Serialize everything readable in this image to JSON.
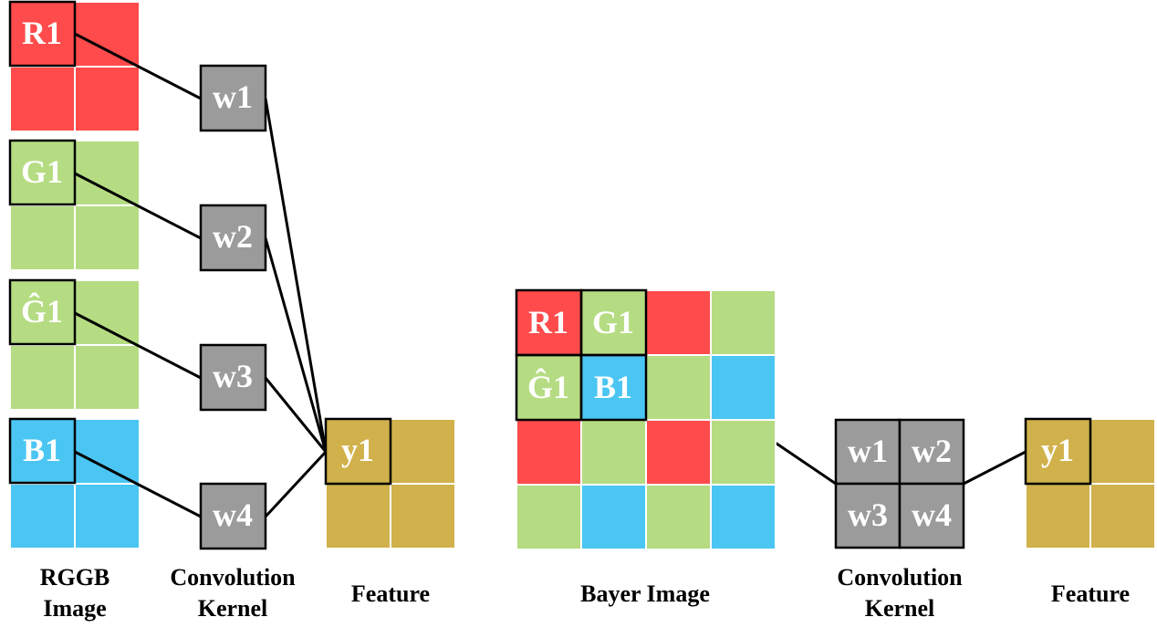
{
  "colors": {
    "red": "#ff4b4b",
    "green": "#b5dc82",
    "blue": "#4bc6f3",
    "gray": "#9b9b9b",
    "gold": "#d0b14b",
    "line": "#000000"
  },
  "left": {
    "rggb_cells": [
      "R1",
      "G1",
      "Ĝ1",
      "B1"
    ],
    "kernel": [
      "w1",
      "w2",
      "w3",
      "w4"
    ],
    "feature": "y1",
    "caption_rggb": [
      "RGGB",
      "Image"
    ],
    "caption_kernel": [
      "Convolution",
      "Kernel"
    ],
    "caption_feature": "Feature"
  },
  "right": {
    "bayer_labels": [
      "R1",
      "G1",
      "Ĝ1",
      "B1"
    ],
    "bayer_pattern": [
      [
        "red",
        "green",
        "red",
        "green"
      ],
      [
        "green",
        "blue",
        "green",
        "blue"
      ],
      [
        "red",
        "green",
        "red",
        "green"
      ],
      [
        "green",
        "blue",
        "green",
        "blue"
      ]
    ],
    "kernel": [
      "w1",
      "w2",
      "w3",
      "w4"
    ],
    "feature": "y1",
    "caption_bayer": "Bayer Image",
    "caption_kernel": [
      "Convolution",
      "Kernel"
    ],
    "caption_feature": "Feature"
  }
}
